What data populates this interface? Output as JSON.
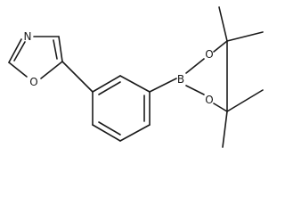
{
  "molecule": {
    "atoms": [
      {
        "id": "N_ox",
        "symbol": "N"
      },
      {
        "id": "O_ox",
        "symbol": "O"
      },
      {
        "id": "B",
        "symbol": "B"
      },
      {
        "id": "O_up",
        "symbol": "O"
      },
      {
        "id": "O_dn",
        "symbol": "O"
      }
    ],
    "colors": {
      "bond": "#1a1a1a",
      "background": "#ffffff"
    }
  }
}
